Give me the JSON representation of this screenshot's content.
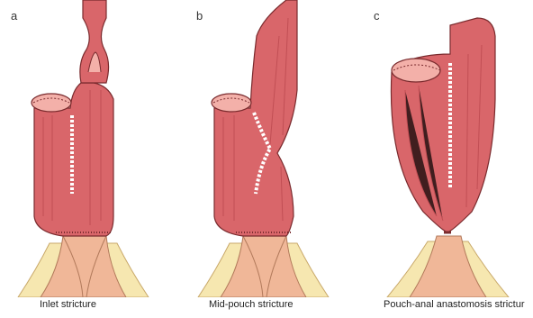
{
  "panels": [
    {
      "letter": "a",
      "caption": "Inlet stricture"
    },
    {
      "letter": "b",
      "caption": "Mid-pouch stricture"
    },
    {
      "letter": "c",
      "caption": "Pouch-anal anastomosis strictur"
    }
  ],
  "colors": {
    "muscle": "#d9666a",
    "muscle_dark": "#b8454b",
    "mucosa": "#f3b0a9",
    "skin": "#f0b798",
    "fat": "#f6e7b0",
    "line": "#7a2b2e"
  }
}
